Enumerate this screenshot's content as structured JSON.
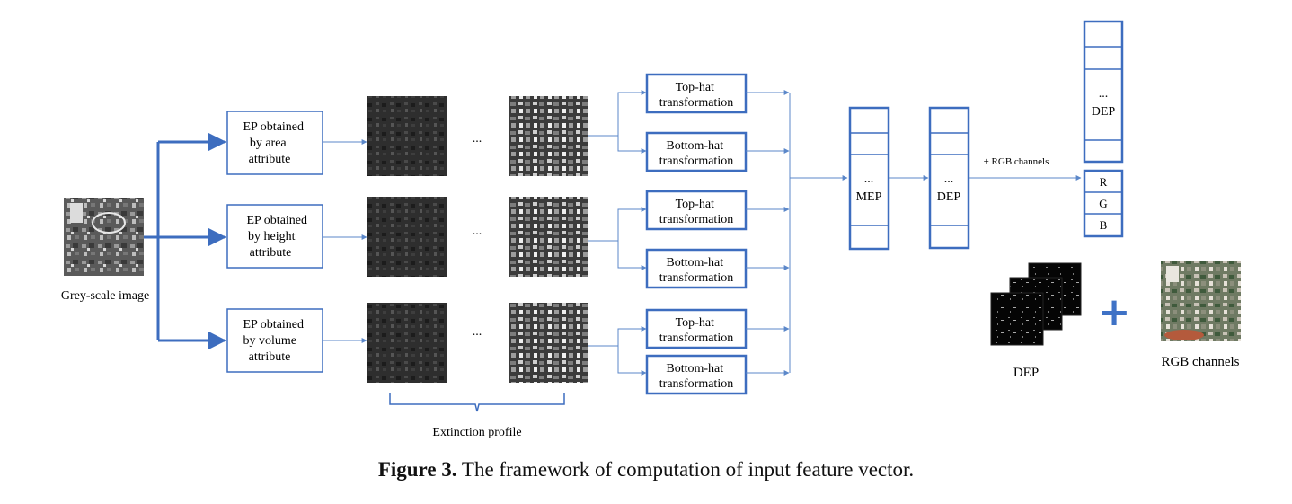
{
  "colors": {
    "blue": "#3d6dbf",
    "arrow": "#5b87c9",
    "plus": "#3f72c6",
    "text": "#1a1a1a"
  },
  "input": {
    "label": "Grey-scale image"
  },
  "ep_boxes": [
    {
      "lines": [
        "EP obtained",
        "by area",
        "attribute"
      ]
    },
    {
      "lines": [
        "EP obtained",
        "by height",
        "attribute"
      ]
    },
    {
      "lines": [
        "EP obtained",
        "by volume",
        "attribute"
      ]
    }
  ],
  "ellipsis": "...",
  "extinction_profile_label": "Extinction profile",
  "transform_boxes": [
    {
      "lines": [
        "Top-hat",
        "transformation"
      ]
    },
    {
      "lines": [
        "Bottom-hat",
        "transformation"
      ]
    },
    {
      "lines": [
        "Top-hat",
        "transformation"
      ]
    },
    {
      "lines": [
        "Bottom-hat",
        "transformation"
      ]
    },
    {
      "lines": [
        "Top-hat",
        "transformation"
      ]
    },
    {
      "lines": [
        "Bottom-hat",
        "transformation"
      ]
    }
  ],
  "mep_stack": {
    "ellipsis": "...",
    "label": "MEP"
  },
  "dep_stack": {
    "ellipsis": "...",
    "label": "DEP"
  },
  "rgb_arrow_label": "+ RGB channels",
  "final_stack": {
    "ellipsis": "...",
    "label": "DEP",
    "channels": [
      "R",
      "G",
      "B"
    ]
  },
  "bottom_right": {
    "dep_label": "DEP",
    "plus": "+",
    "rgb_label": "RGB channels"
  },
  "caption": {
    "bold": "Figure 3.",
    "text": " The framework of computation of input feature vector."
  }
}
